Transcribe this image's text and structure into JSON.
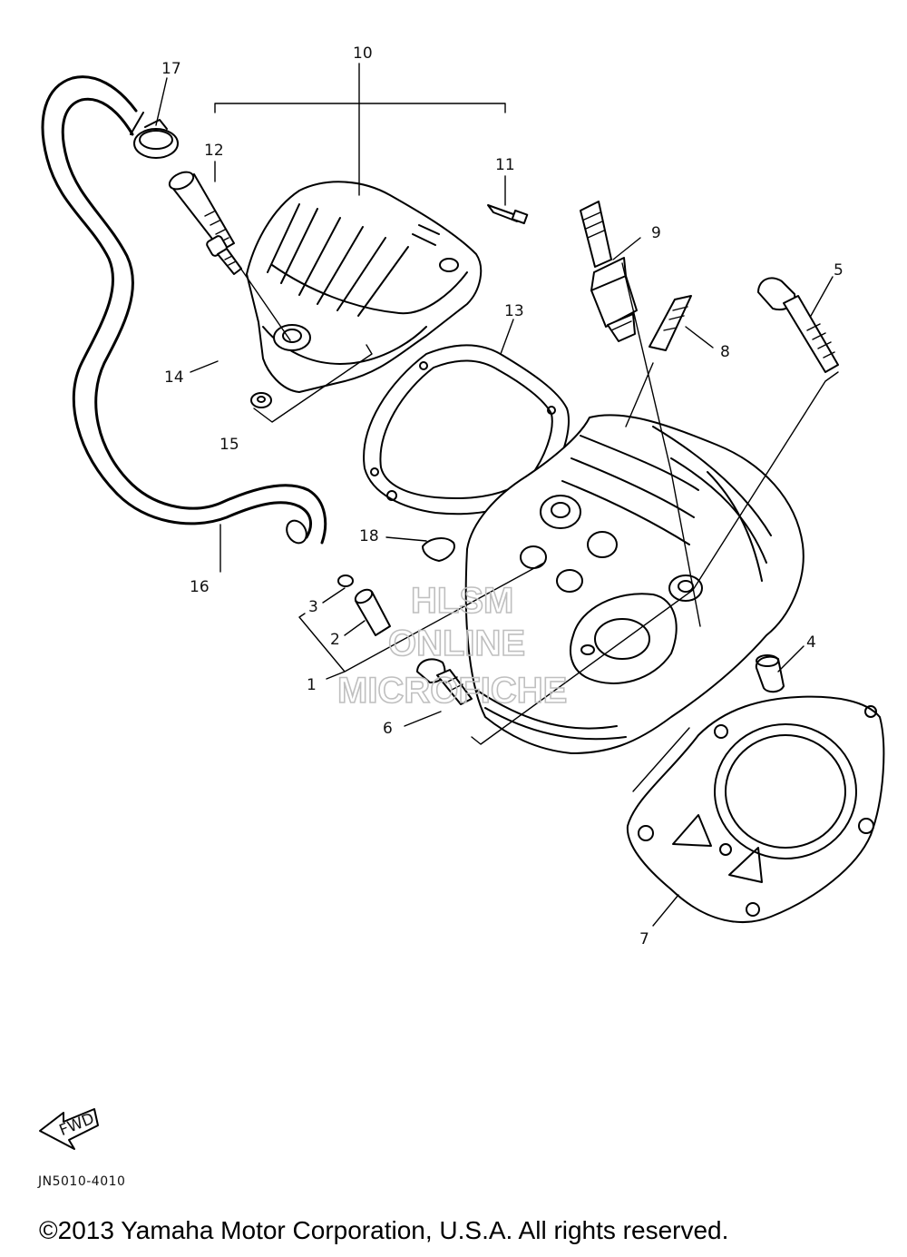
{
  "diagram": {
    "part_labels": [
      {
        "id": "1",
        "text": "1"
      },
      {
        "id": "2",
        "text": "2"
      },
      {
        "id": "3",
        "text": "3"
      },
      {
        "id": "4",
        "text": "4"
      },
      {
        "id": "5",
        "text": "5"
      },
      {
        "id": "6",
        "text": "6"
      },
      {
        "id": "7",
        "text": "7"
      },
      {
        "id": "8",
        "text": "8"
      },
      {
        "id": "9",
        "text": "9"
      },
      {
        "id": "10",
        "text": "10"
      },
      {
        "id": "11",
        "text": "11"
      },
      {
        "id": "12",
        "text": "12"
      },
      {
        "id": "13",
        "text": "13"
      },
      {
        "id": "14",
        "text": "14"
      },
      {
        "id": "15",
        "text": "15"
      },
      {
        "id": "16",
        "text": "16"
      },
      {
        "id": "17",
        "text": "17"
      },
      {
        "id": "18",
        "text": "18"
      }
    ],
    "watermark": {
      "line1": "HLSM",
      "line2": "ONLINE",
      "line3": "MICROFICHE"
    },
    "fwd_badge": "FWD",
    "part_ref": "JN5010-4010",
    "copyright": "©2013 Yamaha Motor Corporation, U.S.A. All rights reserved."
  },
  "colors": {
    "ink": "#000000",
    "watermark": "#bfbfbf",
    "background": "#ffffff"
  }
}
